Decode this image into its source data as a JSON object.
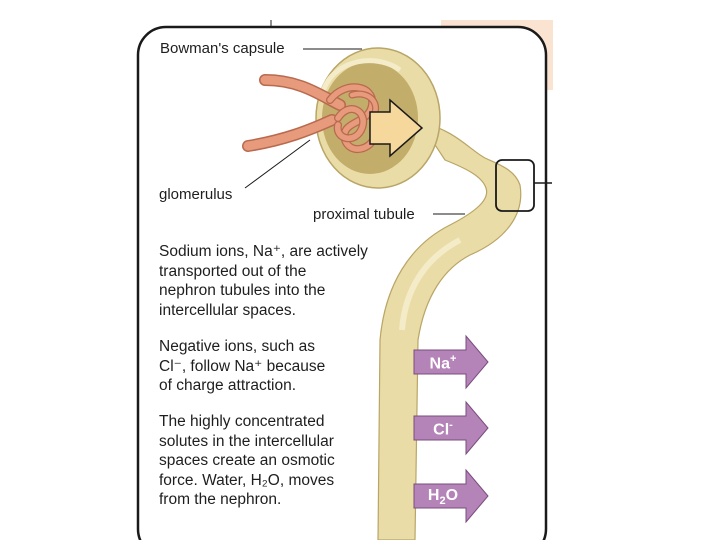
{
  "labels": {
    "bowmans_capsule": "Bowman's capsule",
    "glomerulus": "glomerulus",
    "proximal_tubule": "proximal tubule"
  },
  "paragraphs": {
    "p1": [
      "Sodium ions, Na⁺, are actively",
      "transported out of the",
      "nephron tubules into the",
      "intercellular spaces."
    ],
    "p2": [
      "Negative ions, such as",
      "Cl⁻, follow Na⁺ because",
      "of charge attraction."
    ],
    "p3": [
      "The highly concentrated",
      "solutes in the intercellular",
      "spaces create an osmotic",
      "force. Water, H₂O, moves",
      "from the nephron."
    ]
  },
  "ions": {
    "sodium": {
      "base": "Na",
      "sup": "+"
    },
    "chloride": {
      "base": "Cl",
      "sup": "-"
    },
    "water": {
      "pre": "H",
      "sub": "2",
      "post": "O"
    }
  },
  "colors": {
    "frame_border": "#1a1a1a",
    "tubule": "#e9dca7",
    "tubule_edge": "#b9a566",
    "capsule_inner": "#c2ad6a",
    "glomerulus": "#e89a7c",
    "glomerulus_edge": "#b86a4f",
    "filtrate_arrow": "#f6d79c",
    "ion_arrow": "#b483b7",
    "ion_arrow_edge": "#7a4c7e",
    "corner_tab": "#fbe3d2"
  }
}
